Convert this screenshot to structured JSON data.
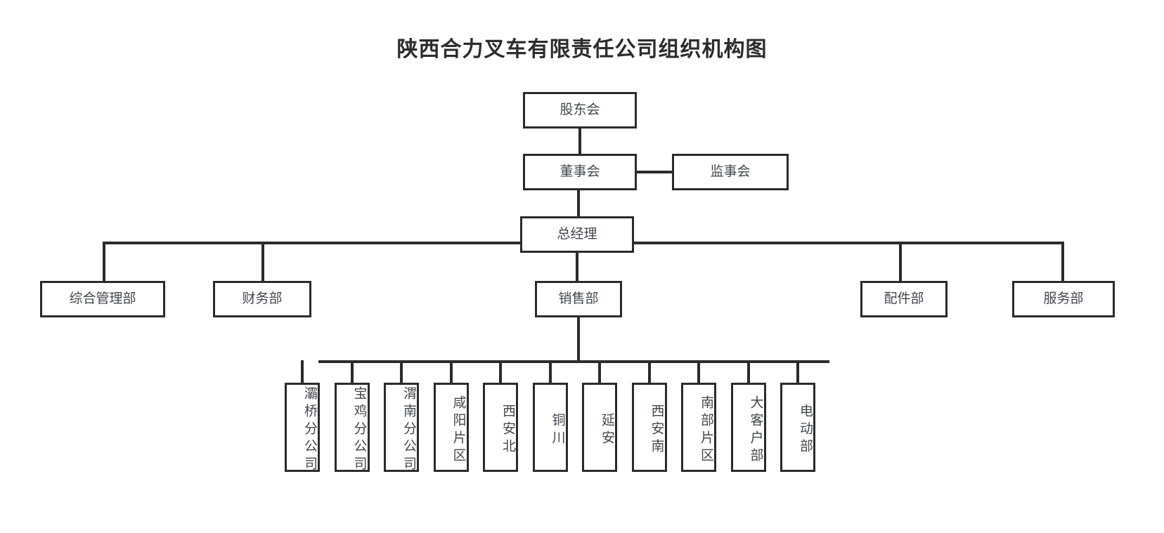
{
  "title": "陕西合力叉车有限责任公司组织机构图",
  "colors": {
    "border": "#2b2b2b",
    "text": "#43474d",
    "title": "#2c2c2c",
    "background": "#ffffff"
  },
  "nodes": {
    "shareholders": "股东会",
    "board_of_directors": "董事会",
    "board_of_supervisors": "监事会",
    "general_manager": "总经理",
    "dept_admin": "综合管理部",
    "dept_finance": "财务部",
    "dept_sales": "销售部",
    "dept_parts": "配件部",
    "dept_service": "服务部"
  },
  "sales_units": [
    {
      "label": "灞桥分公司"
    },
    {
      "label": "宝鸡分公司"
    },
    {
      "label": "渭南分公司"
    },
    {
      "label": "咸阳片区"
    },
    {
      "label": "西安北"
    },
    {
      "label": "铜川"
    },
    {
      "label": "延安"
    },
    {
      "label": "西安南"
    },
    {
      "label": "南部片区"
    },
    {
      "label": "大客户部"
    },
    {
      "label": "电动部"
    }
  ]
}
